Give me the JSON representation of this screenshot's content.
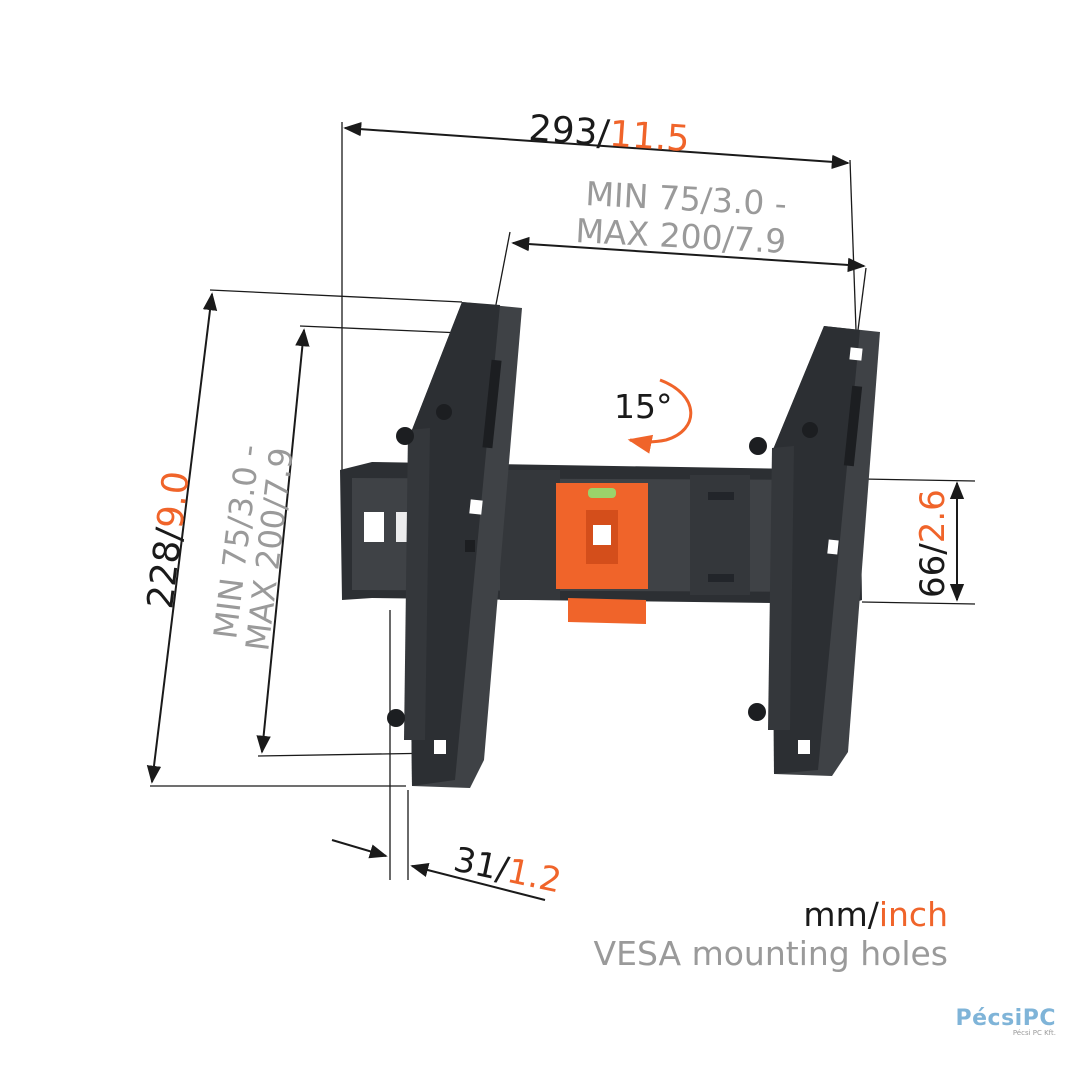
{
  "colors": {
    "mount": "#3f4246",
    "mount_dark": "#2c2f33",
    "accent": "#f0642a",
    "text_dark": "#1a1a1a",
    "text_gray": "#9a9a9a",
    "logo": "#7fb4d8"
  },
  "dimensions": {
    "width": {
      "mm": "293/",
      "inch": "11.5"
    },
    "vesa_horizontal": {
      "line1_mm": "MIN 75/",
      "line1_inch": "3.0 -",
      "line2_mm": "MAX 200/",
      "line2_inch": "7.9"
    },
    "height": {
      "mm": "228/",
      "inch": "9.0"
    },
    "vesa_vertical": {
      "line1_mm": "MIN 75/",
      "line1_inch": "3.0 -",
      "line2_mm": "MAX 200/",
      "line2_inch": "7.9"
    },
    "wall_plate": {
      "mm": "66/",
      "inch": "2.6"
    },
    "depth": {
      "mm": "31/",
      "inch": "1.2"
    },
    "tilt": "15°"
  },
  "legend": {
    "mm": "mm/",
    "inch": "inch",
    "caption": "VESA mounting holes"
  },
  "logo": {
    "name": "PécsiPC",
    "sub": "Pécsi PC Kft."
  },
  "icons": [
    "tilt-arrow-icon",
    "spirit-level-icon"
  ]
}
